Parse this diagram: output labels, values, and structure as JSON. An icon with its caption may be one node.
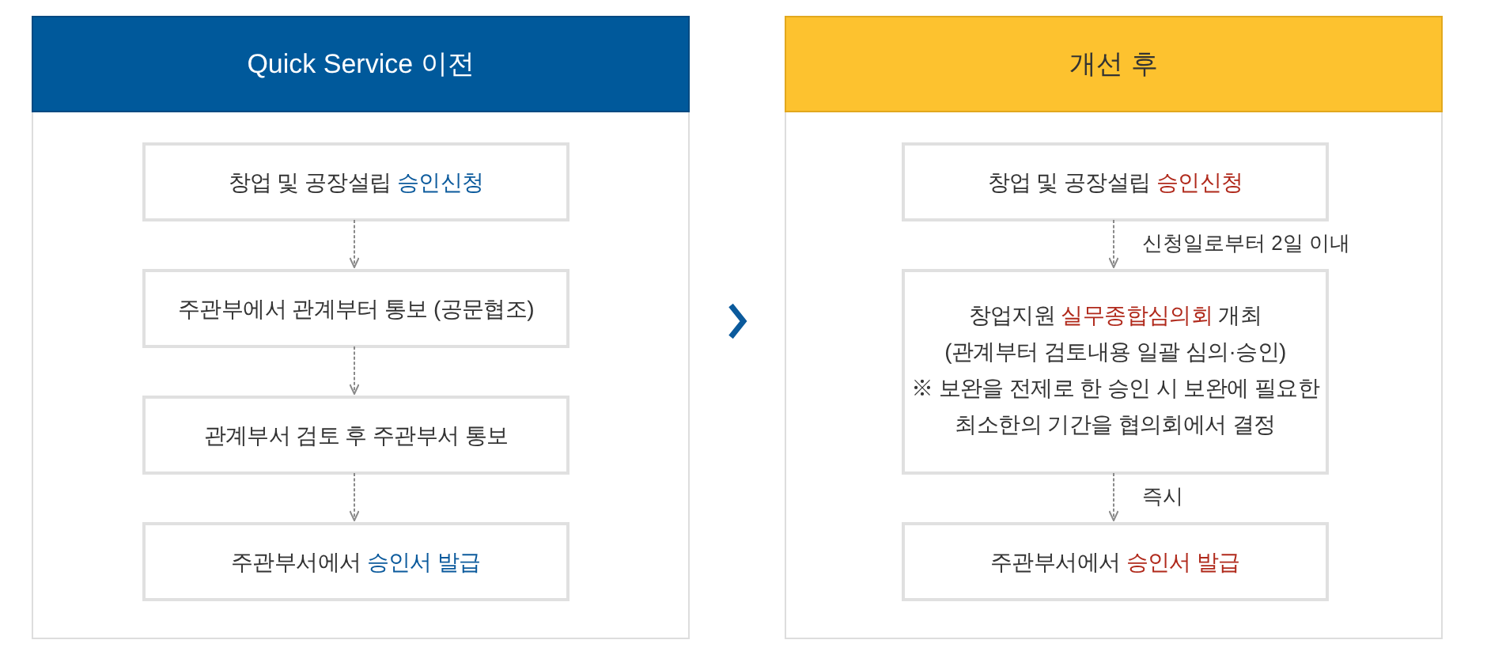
{
  "diagram": {
    "nodes": [
      {
        "text": [
          "Quick Service 이전"
        ]
      },
      {
        "text": [
          "창업 및 공장설립 **승인신청**"
        ],
        "in": 0
      },
      {
        "text": [
          "주관부에서 관계부터 통보 (공문협조)"
        ],
        "in": 0
      },
      {
        "text": [
          "관계부서 검토 후 주관부서 통보"
        ],
        "in": 0
      },
      {
        "text": [
          "주관부서에서 **승인서 발급**"
        ],
        "in": 0
      },
      {
        "text": [
          "개선 후"
        ]
      },
      {
        "text": [
          "창업 및 공장설립 **승인신청**"
        ],
        "in": 5
      },
      {
        "text": [
          "창업지원 **실무종합심의회** 개최",
          "(관계부터 검토내용 일괄 심의·승인)",
          "※ 보완을 전제로 한 승인 시 보완에 필요한 최소한의 기간을 협의회에서 결정"
        ],
        "in": 5
      },
      {
        "text": [
          "주관부서에서 **승인서 발급**"
        ],
        "in": 5
      }
    ],
    "edges": [
      {
        "from": 1,
        "to": 2,
        "arrow": "to",
        "style": "dashed"
      },
      {
        "from": 2,
        "to": 3,
        "arrow": "to",
        "style": "dashed"
      },
      {
        "from": 3,
        "to": 4,
        "arrow": "to",
        "style": "dashed"
      },
      {
        "from": 0,
        "to": 5,
        "arrow": "to",
        "style": "thick",
        "color": "#0b5a9c"
      },
      {
        "from": 6,
        "to": 7,
        "arrow": "to",
        "label": "신청일로부터 2일 이내",
        "style": "dashed"
      },
      {
        "from": 7,
        "to": 8,
        "arrow": "to",
        "label": "즉시",
        "style": "dashed"
      }
    ]
  }
}
